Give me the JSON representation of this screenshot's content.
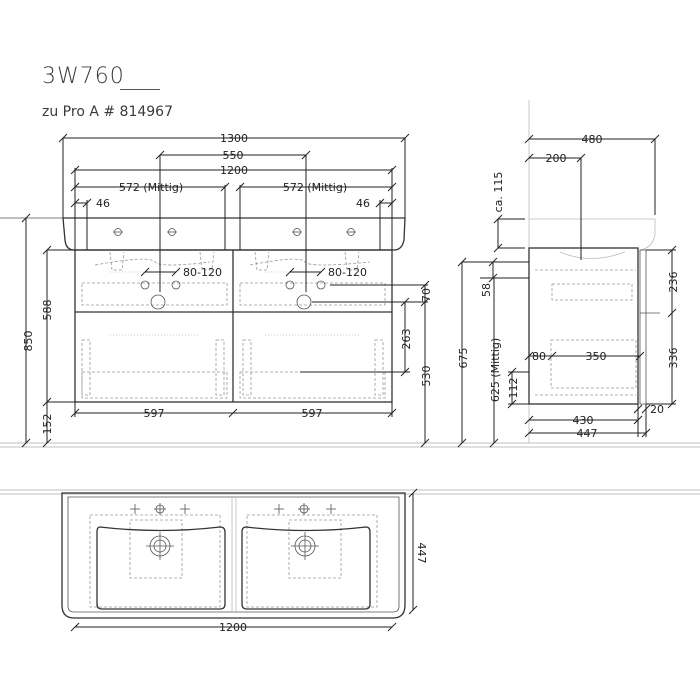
{
  "header": {
    "model": "3W760",
    "reference": "zu Pro A # 814967"
  },
  "front_view": {
    "dims": {
      "overall_width": "1300",
      "tap_spacing": "550",
      "basin_width": "1200",
      "left_center": "572 (Mittig)",
      "right_center": "572 (Mittig)",
      "left_edge": "46",
      "right_edge": "46",
      "left_drain_range": "80-120",
      "right_drain_range": "80-120",
      "total_height": "850",
      "cabinet_height": "588",
      "floor_clearance": "152",
      "left_cabinet_width": "597",
      "right_cabinet_width": "597",
      "drawer_height": "263",
      "drain_offset": "70",
      "drain_height": "530",
      "side_height": "675"
    }
  },
  "side_view": {
    "dims": {
      "depth_total": "480",
      "tap_depth": "200",
      "basin_thickness": "ca. 115",
      "upper_gap": "58",
      "drain_center": "625 (Mittig)",
      "bottom_offset": "112",
      "front_offset": "80",
      "inner_depth": "350",
      "upper_drawer": "236",
      "lower_drawer": "336",
      "body_depth": "430",
      "cabinet_depth": "447",
      "front_thickness": "20"
    }
  },
  "top_view": {
    "dims": {
      "width": "1200",
      "depth": "447"
    }
  }
}
